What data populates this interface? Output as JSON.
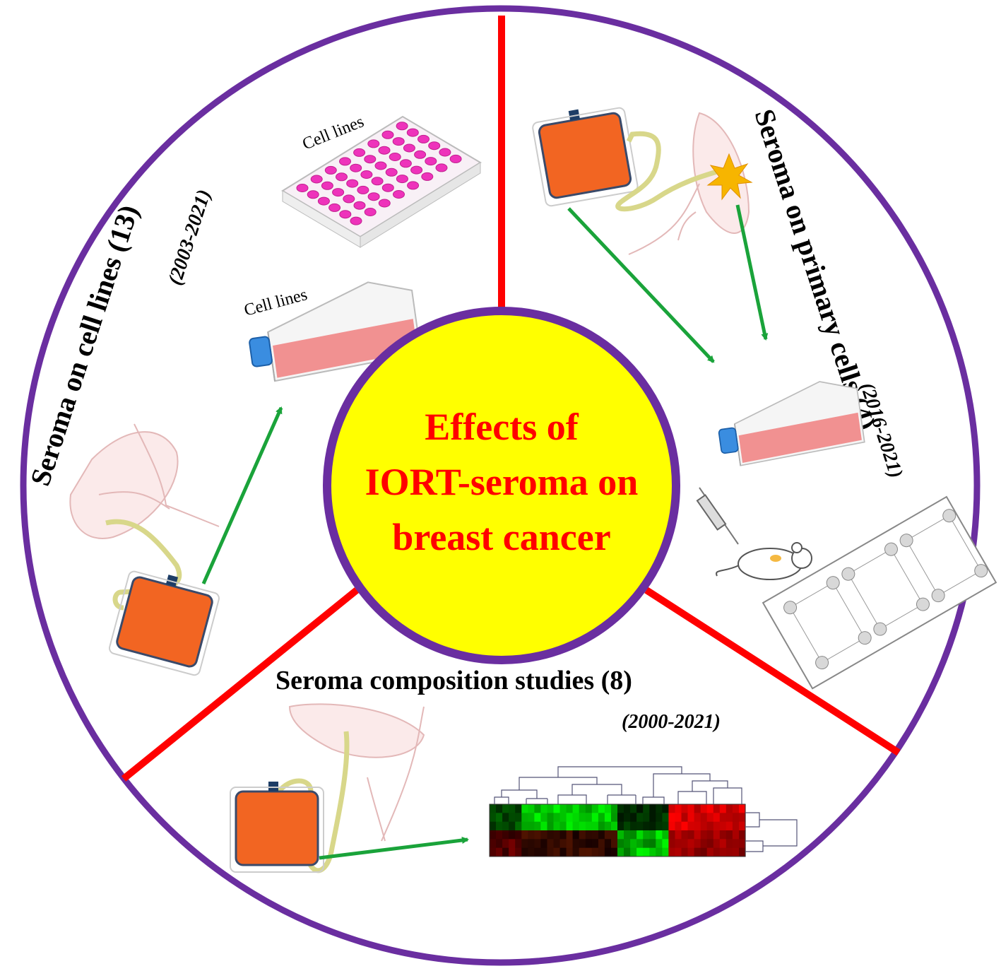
{
  "center": {
    "lines": [
      "Effects of",
      "IORT-seroma on",
      "breast cancer"
    ]
  },
  "sections": {
    "cell_lines": {
      "title": "Seroma on cell lines (13)",
      "years": "(2003-2021)",
      "plate_label": "Cell lines",
      "flask_label": "Cell lines"
    },
    "primary_cells": {
      "title": "Seroma on primary cells (4)",
      "years": "(2016-2021)"
    },
    "composition": {
      "title": "Seroma composition studies (8)",
      "years": "(2000-2021)"
    }
  },
  "colors": {
    "outer_ring": "#6a2ea0",
    "dividers": "#ff0000",
    "center_fill": "#ffff00",
    "center_text": "#ff0000",
    "arrows": "#1aa33a",
    "drain_bag": "#f26522",
    "culture_plate_wells": "#ee33bb",
    "flask_medium": "#f07878",
    "flask_cap": "#3a8de0"
  },
  "icons": [
    "drain-bag-icon",
    "culture-plate-icon",
    "culture-flask-icon",
    "syringe-icon",
    "mouse-icon",
    "microfluidic-chip-icon",
    "heatmap-icon",
    "tumor-star-icon"
  ]
}
